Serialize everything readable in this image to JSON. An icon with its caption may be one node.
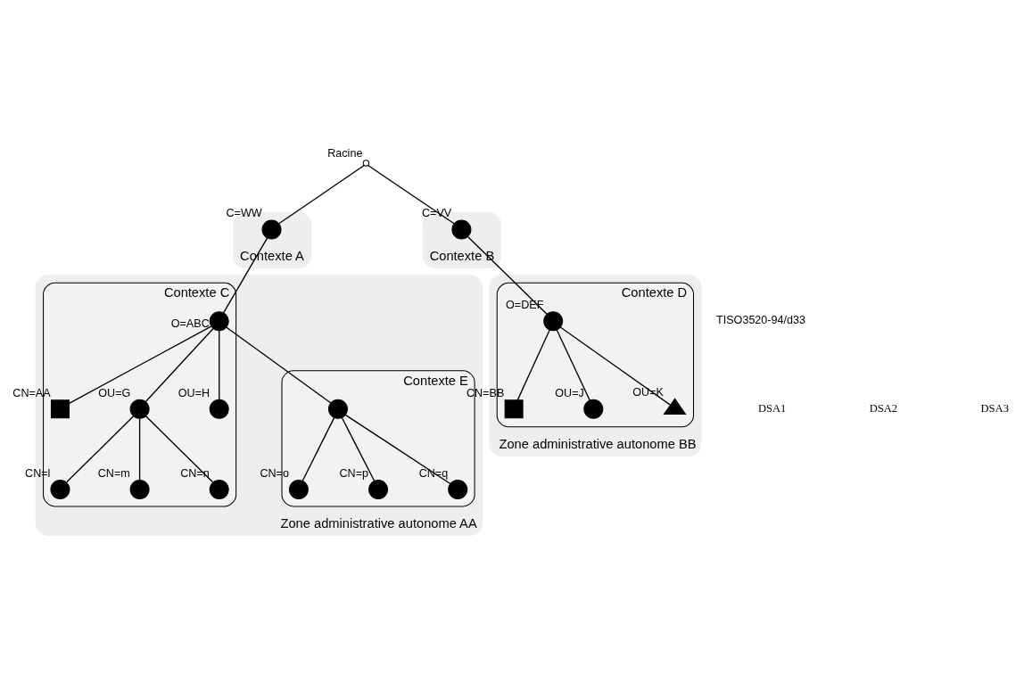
{
  "diagram": {
    "nodes": [
      {
        "text": [
          "Zone administrative autonome AA"
        ]
      },
      {
        "text": [
          "Contexte C"
        ],
        "in": 0
      },
      {
        "text": [
          "Contexte E"
        ],
        "in": 0
      },
      {
        "text": [
          "Zone administrative autonome BB"
        ]
      },
      {
        "text": [
          "Contexte D"
        ],
        "in": 3
      },
      {
        "text": [
          "Contexte A"
        ]
      },
      {
        "text": [
          "Contexte B"
        ]
      },
      {
        "text": [],
        "shape": "circle",
        "beside": [
          "Racine"
        ]
      },
      {
        "text": [],
        "shape": "circle",
        "beside": [
          "C=WW"
        ],
        "in": 5
      },
      {
        "text": [],
        "shape": "circle",
        "beside": [
          "C=VV"
        ],
        "in": 6
      },
      {
        "text": [],
        "shape": "circle",
        "beside": [
          "O=ABC"
        ],
        "in": 1
      },
      {
        "text": [],
        "shape": "box",
        "beside": [
          "CN=AA"
        ],
        "in": 1
      },
      {
        "text": [],
        "shape": "circle",
        "beside": [
          "OU=G"
        ],
        "in": 1
      },
      {
        "text": [],
        "shape": "circle",
        "beside": [
          "OU=H"
        ],
        "in": 1
      },
      {
        "text": [],
        "shape": "circle",
        "beside": [
          "CN=l"
        ],
        "in": 1
      },
      {
        "text": [],
        "shape": "circle",
        "beside": [
          "CN=m"
        ],
        "in": 1
      },
      {
        "text": [],
        "shape": "circle",
        "beside": [
          "CN=n"
        ],
        "in": 1
      },
      {
        "text": [],
        "shape": "circle",
        "in": 2
      },
      {
        "text": [],
        "shape": "circle",
        "beside": [
          "CN=o"
        ],
        "in": 2
      },
      {
        "text": [],
        "shape": "circle",
        "beside": [
          "CN=p"
        ],
        "in": 2
      },
      {
        "text": [],
        "shape": "circle",
        "beside": [
          "CN=q"
        ],
        "in": 2
      },
      {
        "text": [],
        "shape": "circle",
        "beside": [
          "O=DEF"
        ],
        "in": 4
      },
      {
        "text": [],
        "shape": "box",
        "beside": [
          "CN=BB"
        ],
        "in": 4
      },
      {
        "text": [],
        "shape": "circle",
        "beside": [
          "OU=J"
        ],
        "in": 4
      },
      {
        "text": [],
        "shape": "triangle",
        "beside": [
          "OU=K"
        ],
        "in": 4
      }
    ],
    "edges": [
      {
        "from": 7,
        "to": 8,
        "arrow": "none"
      },
      {
        "from": 7,
        "to": 9,
        "arrow": "none"
      },
      {
        "from": 8,
        "to": 10,
        "arrow": "none"
      },
      {
        "from": 9,
        "to": 21,
        "arrow": "none"
      },
      {
        "from": 10,
        "to": 11,
        "arrow": "none"
      },
      {
        "from": 10,
        "to": 12,
        "arrow": "none"
      },
      {
        "from": 10,
        "to": 13,
        "arrow": "none"
      },
      {
        "from": 10,
        "to": 17,
        "arrow": "none"
      },
      {
        "from": 12,
        "to": 14,
        "arrow": "none"
      },
      {
        "from": 12,
        "to": 15,
        "arrow": "none"
      },
      {
        "from": 12,
        "to": 16,
        "arrow": "none"
      },
      {
        "from": 17,
        "to": 18,
        "arrow": "none"
      },
      {
        "from": 17,
        "to": 19,
        "arrow": "none"
      },
      {
        "from": 17,
        "to": 20,
        "arrow": "none"
      },
      {
        "from": 21,
        "to": 22,
        "arrow": "none"
      },
      {
        "from": 21,
        "to": 23,
        "arrow": "none"
      },
      {
        "from": 21,
        "to": 24,
        "arrow": "none"
      }
    ],
    "labels": [
      "TISO3520-94/d33",
      "DSA1",
      "DSA2",
      "DSA3"
    ]
  }
}
